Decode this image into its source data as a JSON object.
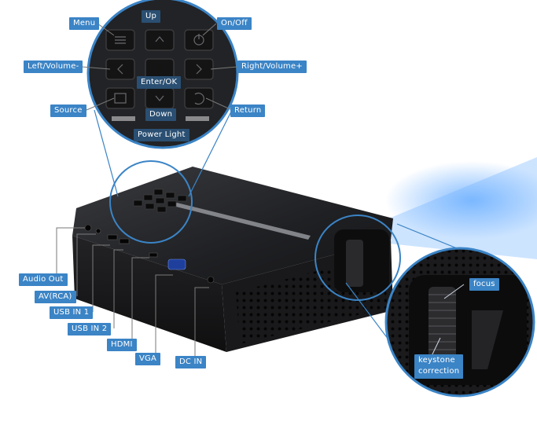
{
  "callouts": {
    "menu": "Menu",
    "up": "Up",
    "on_off": "On/Off",
    "left_volume_minus": "Left/Volume-",
    "enter_ok": "Enter/OK",
    "right_volume_plus": "Right/Volume+",
    "source": "Source",
    "down": "Down",
    "return": "Return",
    "power_light": "Power Light",
    "audio_out": "Audio Out",
    "av_rca": "AV(RCA)",
    "usb_in_1": "USB IN 1",
    "usb_in_2": "USB IN 2",
    "hdmi": "HDMI",
    "vga": "VGA",
    "dc_in": "DC IN",
    "focus": "focus",
    "keystone_correction_line1": "keystone",
    "keystone_correction_line2": "correction"
  },
  "colors": {
    "label_blue": "#3b84c6",
    "label_dark": "#2a4f72",
    "projector_body": "#1c1c1e",
    "light_beam": "#5aa6ff"
  }
}
